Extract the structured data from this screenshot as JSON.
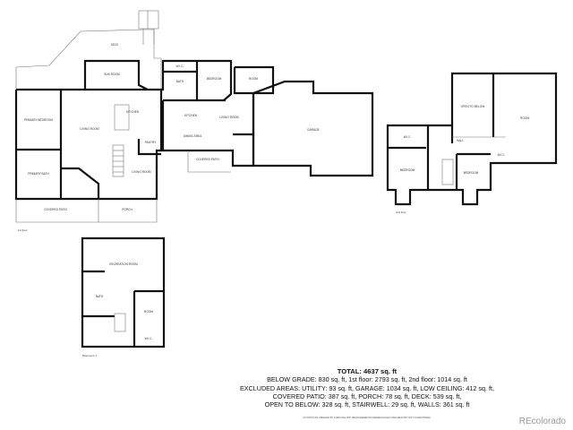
{
  "floor_labels": {
    "first": "1st floor",
    "second": "2nd floor",
    "basement": "Basement 1"
  },
  "rooms_first": {
    "deck": "DECK",
    "sun_room": "SUN ROOM",
    "primary_bedroom": "PRIMARY BEDROOM",
    "living_room_1": "LIVING ROOM",
    "kitchen_1": "KITCHEN",
    "pantry": "PANTRY",
    "primary_bath": "PRIMARY BATH",
    "living_room_2": "LIVING ROOM",
    "covered_patio_1": "COVERED PATIO",
    "porch": "PORCH",
    "wic": "W.I.C.",
    "bath": "BATH",
    "bedroom": "BEDROOM",
    "room": "ROOM",
    "kitchen_2": "KITCHEN",
    "living_room_3": "LIVING ROOM",
    "dining_area": "DINING AREA",
    "covered_patio_2": "COVERED PATIO",
    "garage": "GARAGE"
  },
  "rooms_second": {
    "open_to_below": "OPEN TO BELOW",
    "room": "ROOM",
    "wic_1": "W.I.C.",
    "hall": "HALL",
    "wic_2": "W.I.C.",
    "bedroom_1": "BEDROOM",
    "bedroom_2": "BEDROOM"
  },
  "rooms_basement": {
    "recreation_room": "RECREATION ROOM",
    "bath": "BATH",
    "room": "ROOM",
    "wic": "W.I.C."
  },
  "summary": {
    "total": "TOTAL: 4637 sq. ft",
    "line1": "BELOW GRADE: 830 sq. ft, 1st floor: 2793 sq. ft, 2nd floor: 1014 sq. ft",
    "line2": "EXCLUDED AREAS: UTILITY: 93 sq. ft, GARAGE: 1034 sq. ft, LOW CEILING: 412 sq. ft,",
    "line3": "COVERED PATIO: 387 sq. ft, PORCH: 78 sq. ft, DECK: 539 sq. ft,",
    "line4": "OPEN TO BELOW: 328 sq. ft, STAIRWELL: 29 sq. ft, WALLS: 361 sq. ft"
  },
  "credit": "FLOOR PLAN CREATED BY CUBICASA APP. MEASUREMENTS DEEMED HIGHLY RELIABLE BUT NOT GUARANTEED.",
  "brand": "REcolorado"
}
